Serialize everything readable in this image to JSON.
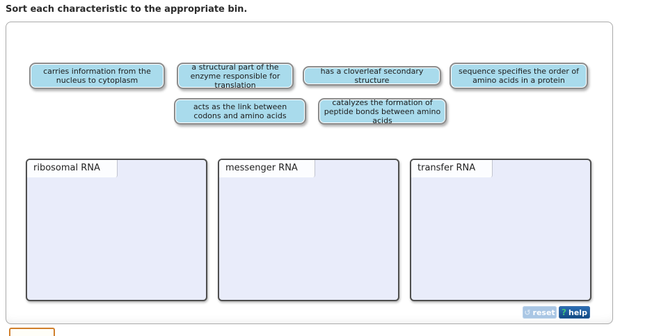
{
  "title": "Sort each characteristic to the appropriate bin.",
  "chips": [
    {
      "label": "carries information from the nucleus to cytoplasm"
    },
    {
      "label": "a structural part of the enzyme responsible for translation"
    },
    {
      "label": "has a cloverleaf secondary structure"
    },
    {
      "label": "sequence specifies the order of amino acids in a protein"
    },
    {
      "label": "acts as the link between codons and amino acids"
    },
    {
      "label": "catalyzes the formation of peptide bonds between amino acids"
    }
  ],
  "bins": [
    {
      "label": "ribosomal RNA"
    },
    {
      "label": "messenger RNA"
    },
    {
      "label": "transfer RNA"
    }
  ],
  "buttons": {
    "reset": {
      "label": "reset",
      "icon": "↺"
    },
    "help": {
      "label": "help",
      "icon": "?"
    }
  },
  "colors": {
    "chip_bg": "#a9dbec",
    "chip_border": "#8c8c8c",
    "bin_bg": "#e9ecfa",
    "bin_border": "#4f4f4f",
    "reset_bg": "#a9c6e4",
    "help_bg": "#10477f",
    "help_icon_green": "#3fc27d",
    "clipped_element_orange": "#d07f2c"
  }
}
